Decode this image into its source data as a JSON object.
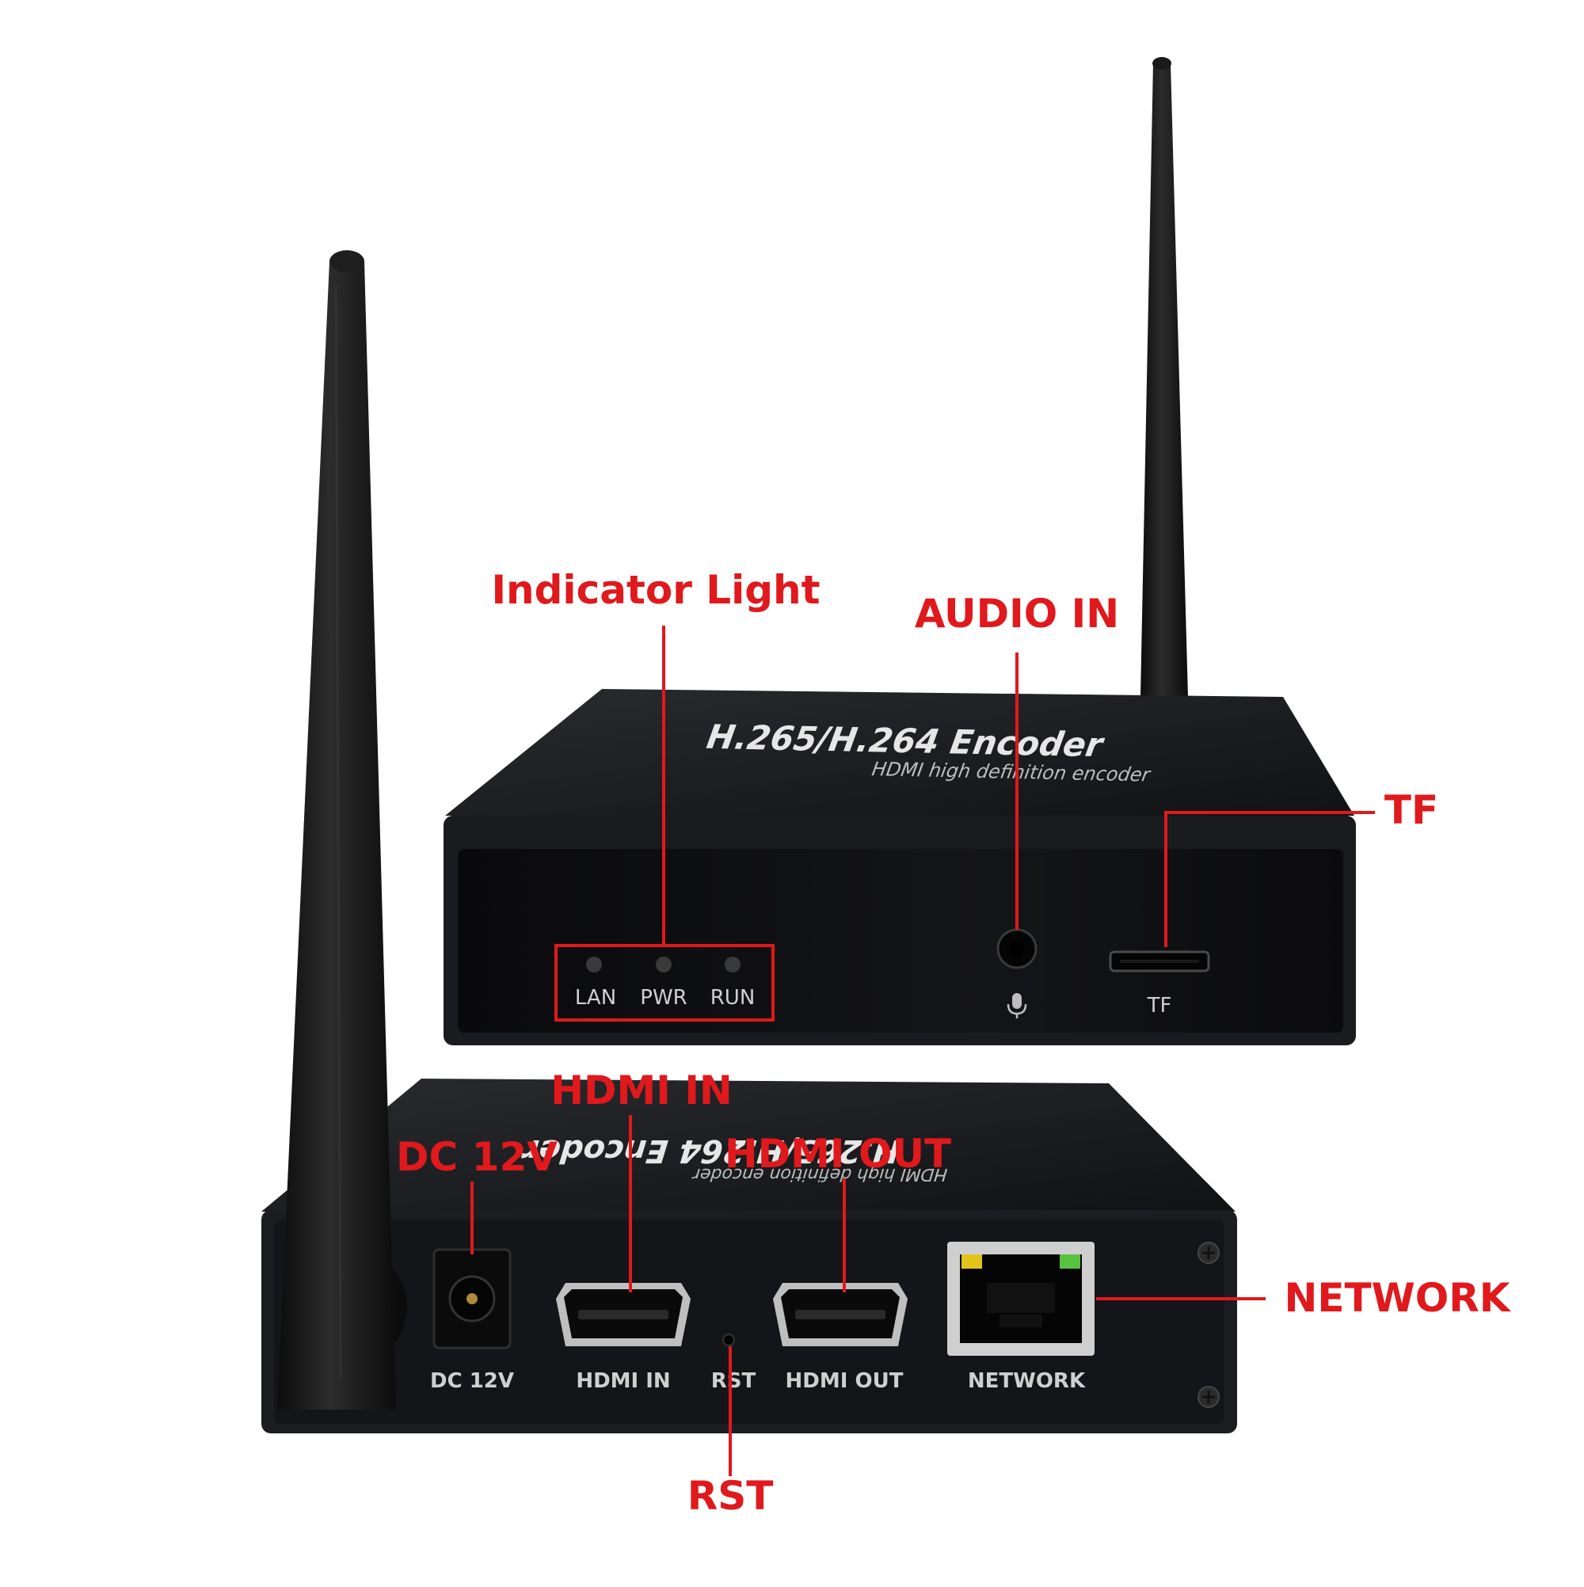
{
  "colors": {
    "callout": "#e0191c",
    "device_body": "#17181b",
    "device_panel": "#0d0d0f",
    "antenna": "#151515",
    "background": "#ffffff"
  },
  "top_unit": {
    "lid_title": "H.265/H.264 Encoder",
    "lid_subtitle": "HDMI high definition encoder",
    "led_labels": [
      "LAN",
      "PWR",
      "RUN"
    ],
    "tf_label": "TF",
    "mic_icon": "microphone-icon"
  },
  "bottom_unit": {
    "lid_title": "H.265/H.264 Encoder",
    "lid_subtitle": "HDMI high definition encoder",
    "ant_label_fragment": "T",
    "port_labels": {
      "dc": "DC 12V",
      "hdmi_in": "HDMI IN",
      "rst": "RST",
      "hdmi_out": "HDMI OUT",
      "network": "NETWORK"
    }
  },
  "callouts": {
    "indicator_light": "Indicator Light",
    "audio_in": "AUDIO IN",
    "tf": "TF",
    "hdmi_in": "HDMI IN",
    "dc_12v": "DC 12V",
    "hdmi_out": "HDMI OUT",
    "network": "NETWORK",
    "rst": "RST"
  }
}
